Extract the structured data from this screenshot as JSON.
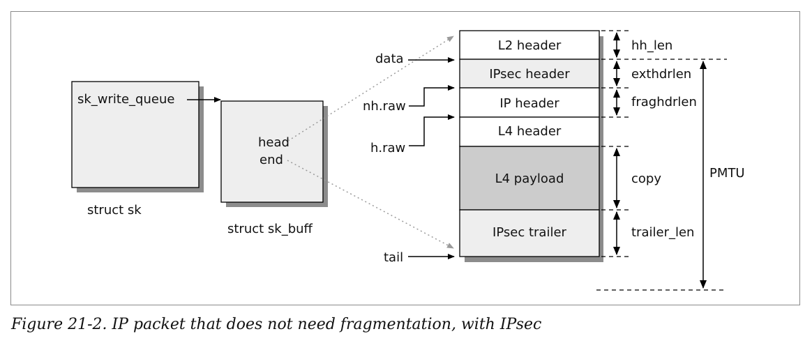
{
  "caption": "Figure 21-2. IP packet that does not need fragmentation, with IPsec",
  "colors": {
    "box_fill": "#eeeeee",
    "payload_fill": "#cccccc",
    "shadow": "#8c8c8c",
    "line": "#000000",
    "dotted_arrow": "#9a9a9a"
  },
  "structs": {
    "sk": {
      "field": "sk_write_queue",
      "label": "struct sk"
    },
    "skb": {
      "head": "head",
      "end": "end",
      "label": "struct sk_buff"
    }
  },
  "pointers": {
    "data": "data",
    "nh_raw": "nh.raw",
    "h_raw": "h.raw",
    "tail": "tail"
  },
  "packet": {
    "l2": "L2 header",
    "ipsec_header": "IPsec header",
    "ip": "IP header",
    "l4": "L4 header",
    "payload": "L4 payload",
    "ipsec_trailer": "IPsec trailer"
  },
  "dimensions": {
    "hh_len": "hh_len",
    "exthdrlen": "exthdrlen",
    "fraghdrlen": "fraghdrlen",
    "copy": "copy",
    "trailer_len": "trailer_len",
    "pmtu": "PMTU"
  }
}
